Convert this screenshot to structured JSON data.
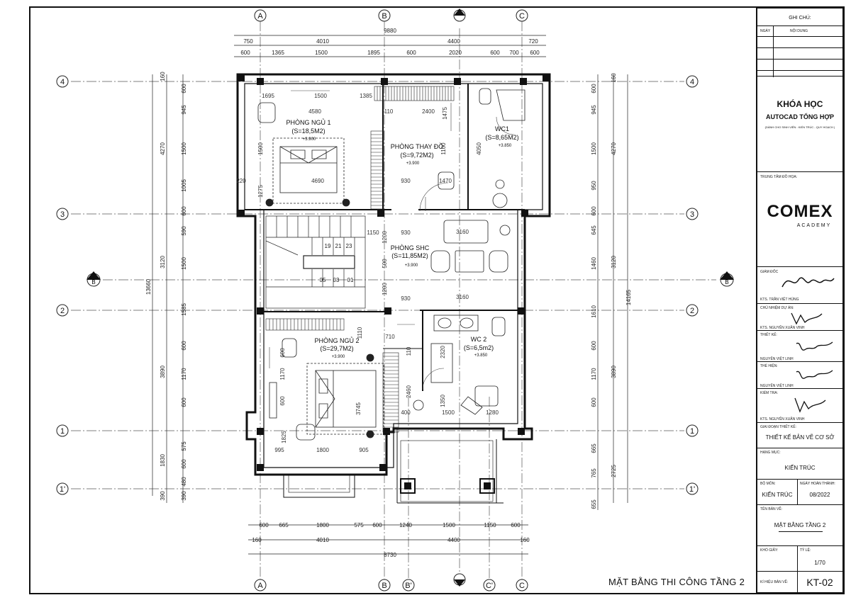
{
  "sheet": {
    "drawing_title": "MẶT BẰNG THI CÔNG TẦNG 2",
    "grid_labels": {
      "vertical": [
        "A",
        "B",
        "C"
      ],
      "vertical_bottom": [
        "A",
        "B",
        "B'",
        "C'",
        "C"
      ],
      "horizontal": [
        "4",
        "3",
        "2",
        "1",
        "1'"
      ],
      "section": "B"
    },
    "dims": {
      "top_total": "9880",
      "top_row2": [
        "750",
        "4010",
        "4400",
        "720"
      ],
      "top_row3": [
        "600",
        "1365",
        "1500",
        "1895",
        "600",
        "2020",
        "600",
        "700",
        "600"
      ],
      "bottom_row1": [
        "600",
        "665",
        "1800",
        "575",
        "600",
        "1240",
        "1500",
        "1150",
        "600"
      ],
      "bottom_row2": [
        "160",
        "4010",
        "4400",
        "160"
      ],
      "bottom_total": "8730",
      "left_total": "13660",
      "left_row": [
        "160",
        "4270",
        "3120",
        "3890",
        "1830",
        "390"
      ],
      "left_inner": [
        "600",
        "945",
        "1500",
        "1005",
        "600",
        "590",
        "1500",
        "1585",
        "600",
        "1170",
        "600",
        "575",
        "600",
        "480",
        "390"
      ],
      "right_total": "14165",
      "right_row": [
        "160",
        "4270",
        "3120",
        "3890",
        "2725"
      ],
      "right_inner": [
        "600",
        "945",
        "1500",
        "950",
        "600",
        "645",
        "1460",
        "1610",
        "600",
        "1170",
        "600",
        "665",
        "765",
        "655"
      ],
      "interior": [
        "1695",
        "1500",
        "1385",
        "4580",
        "110",
        "2400",
        "1475",
        "4690",
        "930",
        "1470",
        "1100",
        "4050",
        "1150",
        "930",
        "3160",
        "1200",
        "500",
        "1200",
        "930",
        "3160",
        "1110",
        "710",
        "110",
        "2320",
        "2460",
        "1350",
        "400",
        "1500",
        "1280",
        "1825",
        "995",
        "1800",
        "905",
        "3745",
        "600",
        "1170",
        "600",
        "1500",
        "1275",
        "220",
        "19",
        "21",
        "23",
        "05",
        "03",
        "01"
      ]
    },
    "rooms": [
      {
        "name": "PHÒNG NGỦ 1",
        "area": "(S=18,5M2)",
        "level": "+3.900"
      },
      {
        "name": "PHÒNG THAY ĐỒ",
        "area": "(S=9,72M2)",
        "level": "+3.900"
      },
      {
        "name": "WC1",
        "area": "(S=8,65M2)",
        "level": "+3.850"
      },
      {
        "name": "PHÒNG SHC",
        "area": "(S=11,85M2)",
        "level": "+3.900"
      },
      {
        "name": "PHÒNG NGỦ 2",
        "area": "(S=29,7M2)",
        "level": "+3.900"
      },
      {
        "name": "WC 2",
        "area": "(S=6,5m2)",
        "level": "+3.850"
      }
    ]
  },
  "title_block": {
    "notes_title": "GHI CHÚ:",
    "col_date": "NGÀY",
    "col_content": "NỘI DUNG",
    "course_l1": "KHÓA HỌC",
    "course_l2": "AUTOCAD TỔNG HỢP",
    "course_l3": "(DÀNH CHO SINH VIÊN : KIẾN TRÚC - QUY HOẠCH )",
    "center_label": "TRUNG TÂM ĐỒ HỌA:",
    "logo_main": "COMEX",
    "logo_sub": "ACADEMY",
    "director_label": "GIÁM ĐỐC",
    "director_name": "KTS. TRẦN VIỆT HÙNG",
    "pm_label": "CHỦ NHIỆM DỰ ÁN:",
    "pm_name": "KTS. NGUYỄN XUÂN VINH",
    "design_label": "THIẾT KẾ:",
    "design_name": "NGUYỄN VIỆT LINH",
    "draw_label": "THỂ HIỆN:",
    "draw_name": "NGUYỄN VIỆT LINH",
    "check_label": "KIỂM TRA:",
    "check_name": "KTS. NGUYỄN XUÂN VINH",
    "phase_label": "GIAI ĐOẠN THIẾT KẾ:",
    "phase_value": "THIẾT KẾ BẢN VẼ CƠ SỞ",
    "item_label": "HẠNG MỤC:",
    "item_value": "KIẾN TRÚC",
    "dept_label": "BỘ MÔN:",
    "dept_value": "KIẾN TRÚC",
    "date_label": "NGÀY HOÀN THÀNH:",
    "date_value": "08/2022",
    "sheet_name_label": "TÊN BẢN VẼ:",
    "sheet_name": "MẶT BẰNG TẦNG 2",
    "paper_label": "KHỔ GIẤY:",
    "scale_label": "TỶ LỆ:",
    "scale_value": "1/70",
    "code_label": "KÍ HIỆU BẢN VẼ:",
    "code_value": "KT-02"
  }
}
